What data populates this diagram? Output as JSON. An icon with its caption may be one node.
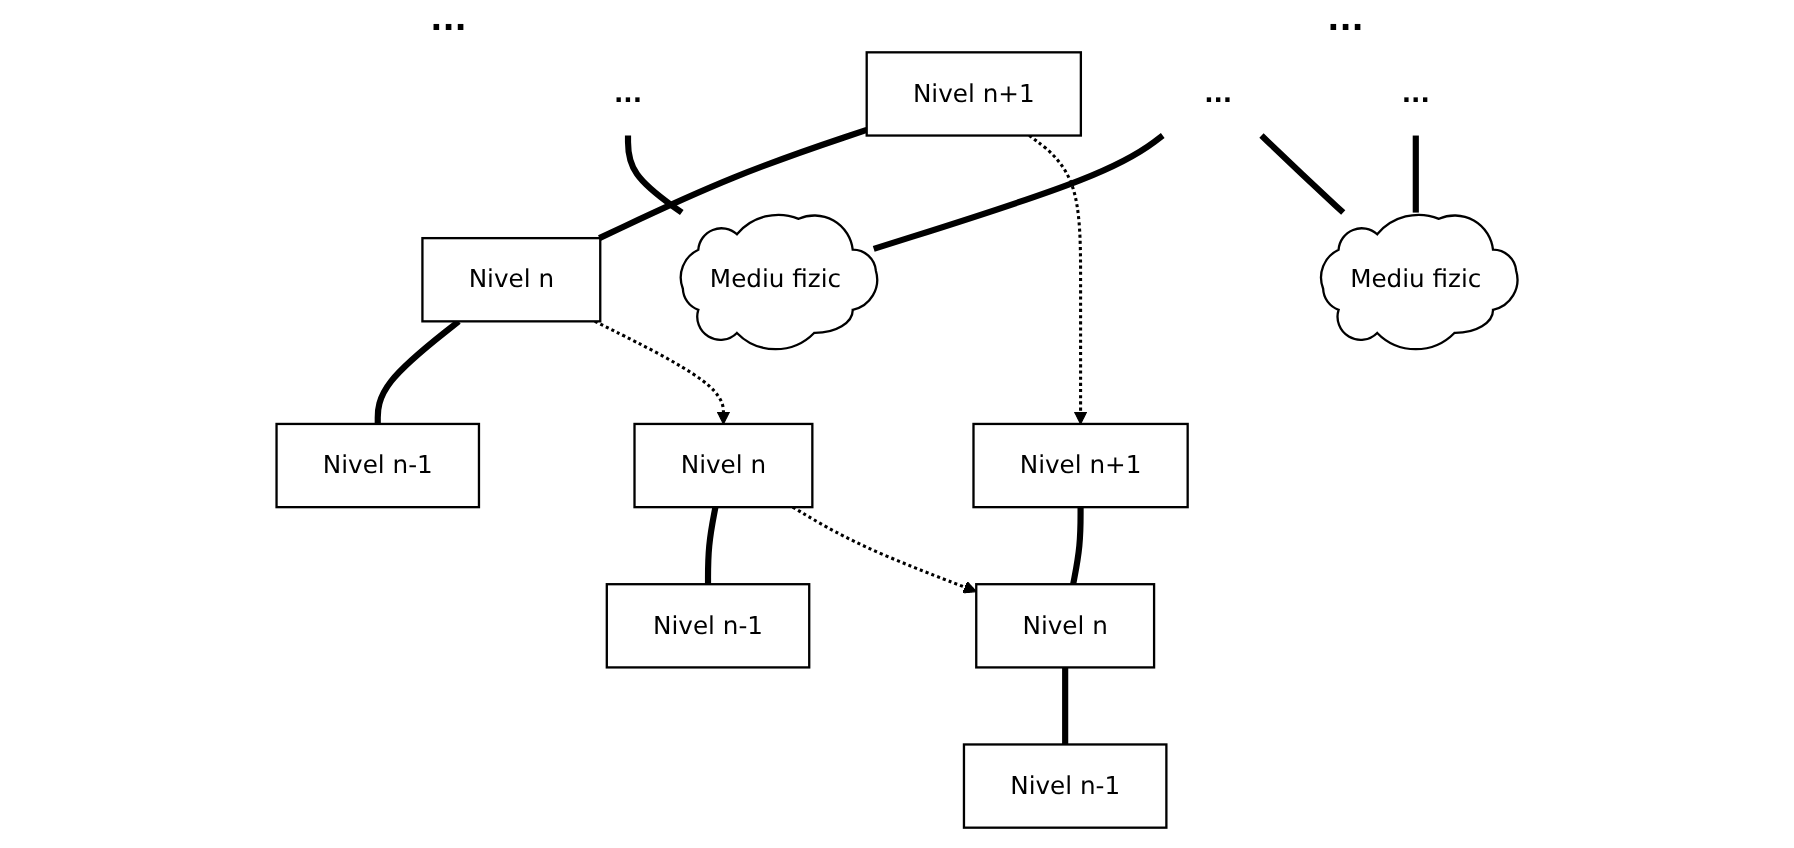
{
  "diagram": {
    "nodes": [
      {
        "text": [
          "Nivel n+1"
        ]
      },
      {
        "text": [
          "Nivel n"
        ]
      },
      {
        "text": [
          "Nivel n-1"
        ]
      },
      {
        "text": [
          "..."
        ]
      },
      {
        "text": [
          "Nivel n"
        ]
      },
      {
        "text": [
          "Nivel n-1"
        ]
      },
      {
        "text": [
          "..."
        ]
      },
      {
        "text": [
          "Nivel n+1"
        ]
      },
      {
        "text": [
          "Nivel n"
        ]
      },
      {
        "text": [
          "Nivel n-1"
        ]
      },
      {
        "text": [
          "..."
        ]
      },
      {
        "text": [
          "Mediu fizic"
        ]
      },
      {
        "text": [
          "Mediu fizic"
        ]
      }
    ],
    "edges": [
      {
        "from": 0,
        "to": 1,
        "arrow": "none"
      },
      {
        "from": 1,
        "to": 2,
        "arrow": "none"
      },
      {
        "from": 3,
        "to": 11,
        "arrow": "none"
      },
      {
        "from": 4,
        "to": 5,
        "arrow": "none"
      },
      {
        "from": 6,
        "to": 11,
        "arrow": "none"
      },
      {
        "from": 6,
        "to": 12,
        "arrow": "none"
      },
      {
        "from": 7,
        "to": 8,
        "arrow": "none"
      },
      {
        "from": 8,
        "to": 9,
        "arrow": "none"
      },
      {
        "from": 10,
        "to": 12,
        "arrow": "none"
      },
      {
        "from": 0,
        "to": 7,
        "arrow": "to",
        "style": "dashed"
      },
      {
        "from": 1,
        "to": 4,
        "arrow": "to",
        "style": "dashed"
      },
      {
        "from": 4,
        "to": 8,
        "arrow": "to",
        "style": "dashed"
      }
    ],
    "labels": [
      "...",
      "..."
    ]
  }
}
